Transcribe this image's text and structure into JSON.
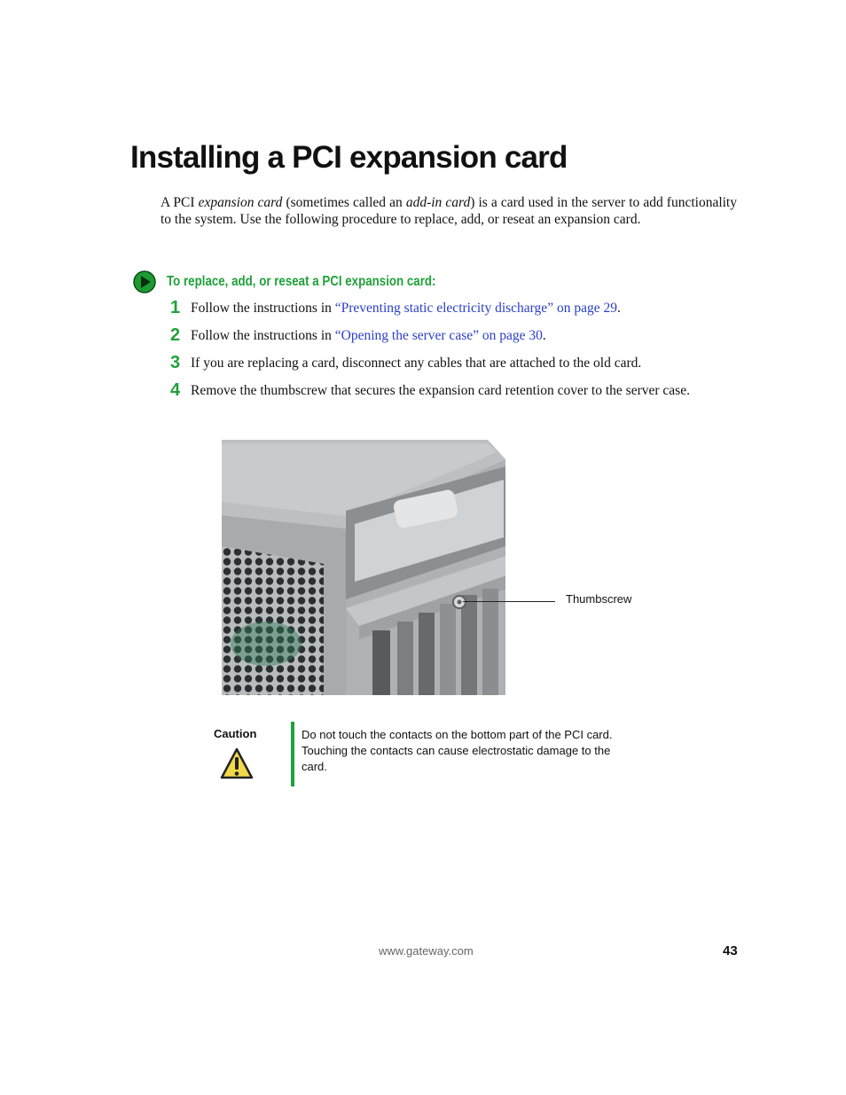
{
  "title": "Installing a PCI expansion card",
  "intro": {
    "p1": "A PCI ",
    "em1": "expansion card",
    "p2": " (sometimes called an ",
    "em2": "add-in card",
    "p3": ") is a card used in the server to add functionality to the system. Use the following procedure to replace, add, or reseat an expansion card."
  },
  "procedure": {
    "icon": "green-arrow-icon",
    "title": "To replace, add, or reseat a PCI expansion card:",
    "steps": [
      {
        "num": "1",
        "pre": "Follow the instructions in ",
        "link": "“Preventing static electricity discharge” on page 29",
        "post": "."
      },
      {
        "num": "2",
        "pre": "Follow the instructions in ",
        "link": "“Opening the server case” on page 30",
        "post": "."
      },
      {
        "num": "3",
        "text": "If you are replacing a card, disconnect any cables that are attached to the old card."
      },
      {
        "num": "4",
        "text": "Remove the thumbscrew that secures the expansion card retention cover to the server case."
      }
    ]
  },
  "figure": {
    "callout": "Thumbscrew"
  },
  "caution": {
    "label": "Caution",
    "icon": "warning-triangle-icon",
    "text": "Do not touch the contacts on the bottom part of the PCI card. Touching the contacts can cause electrostatic damage to the card."
  },
  "footer": {
    "url": "www.gateway.com",
    "page": "43"
  },
  "colors": {
    "accent": "#21a03a",
    "link": "#2a3ec8"
  }
}
